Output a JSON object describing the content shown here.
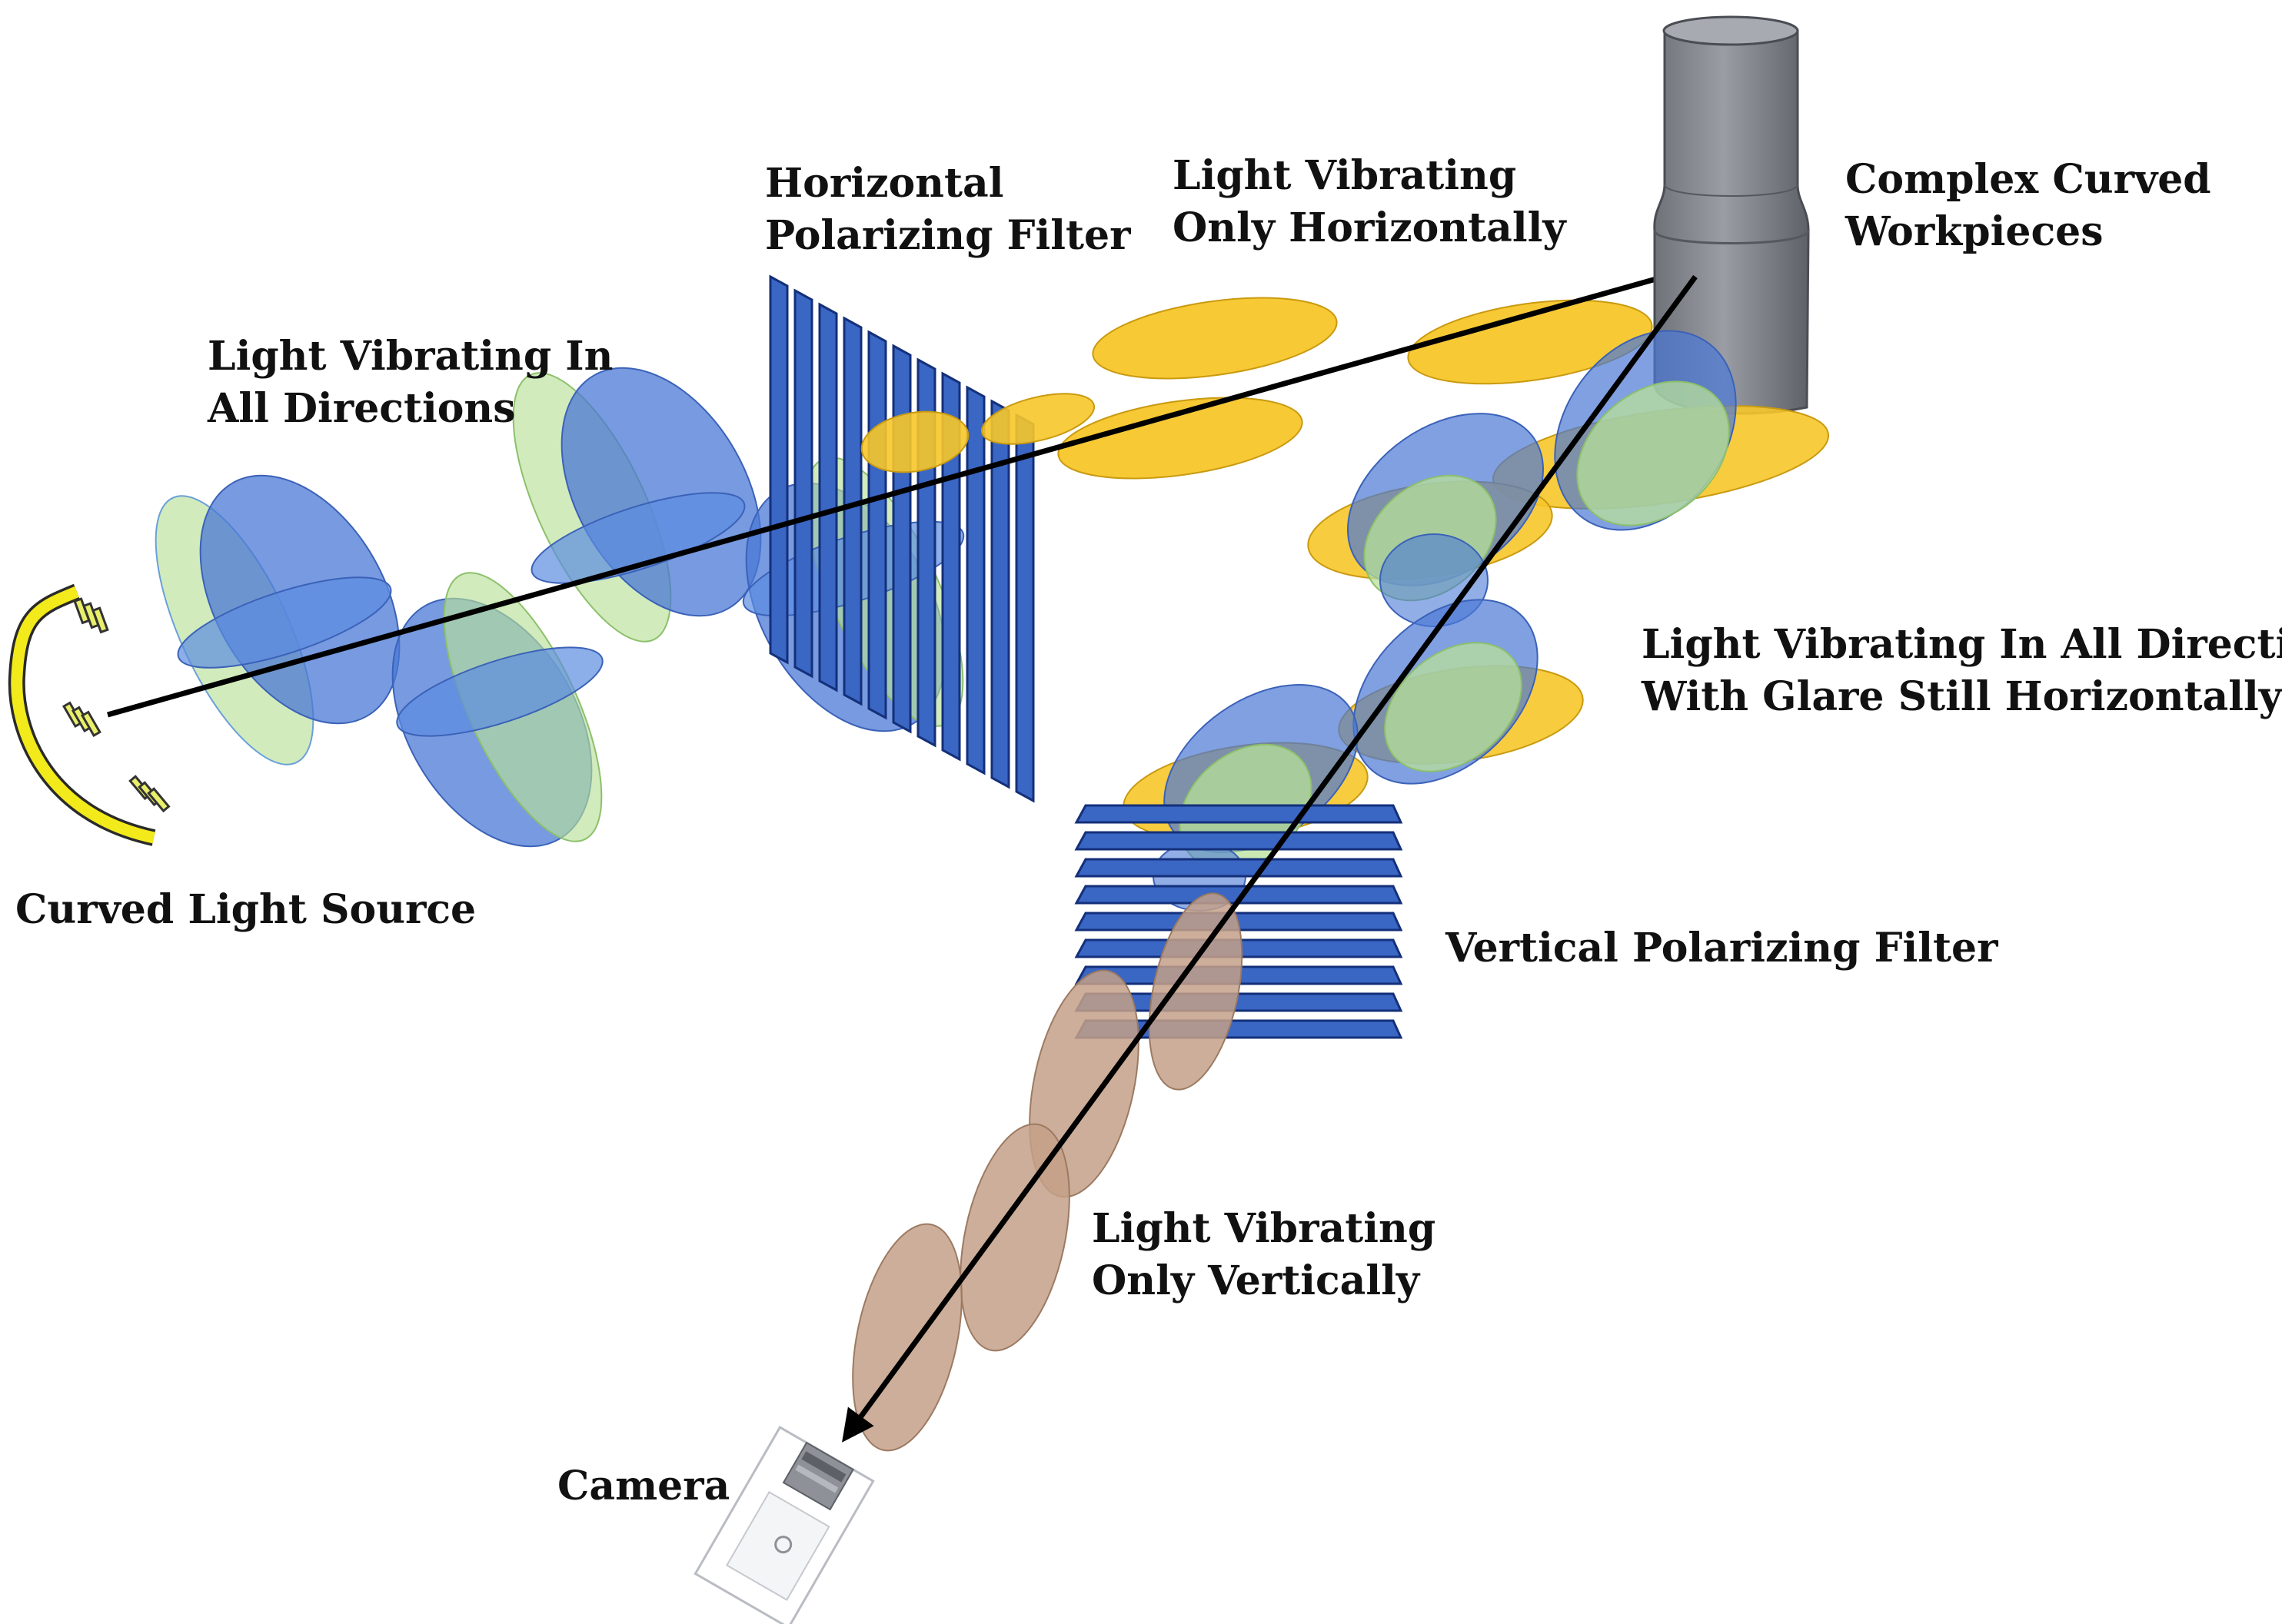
{
  "labels": {
    "curved_light_source": "Curved Light Source",
    "light_all_directions": [
      "Light Vibrating In",
      "All Directions"
    ],
    "horizontal_filter": [
      "Horizontal",
      "Polarizing Filter"
    ],
    "light_horizontal": [
      "Light Vibrating",
      "Only Horizontally"
    ],
    "workpieces": [
      "Complex Curved",
      "Workpieces"
    ],
    "light_glare": [
      "Light Vibrating In All Directions",
      "With Glare Still Horizontally"
    ],
    "vertical_filter": "Vertical Polarizing Filter",
    "light_vertical": [
      "Light Vibrating",
      "Only Vertically"
    ],
    "camera": "Camera"
  },
  "colors": {
    "blue_wave": "#4a78d6",
    "green_wave": "#b8e09a",
    "yellow_wave": "#f7c62a",
    "brown_wave": "#c4a088",
    "filter_blue": "#3a66c4",
    "light_source": "#f2ea1a",
    "cylinder_gray": "#8c8f96",
    "ray": "#000000"
  },
  "icons": {
    "light_source": "curved-lamp-icon",
    "workpiece": "cylinder-workpiece-icon",
    "camera": "camera-icon"
  }
}
